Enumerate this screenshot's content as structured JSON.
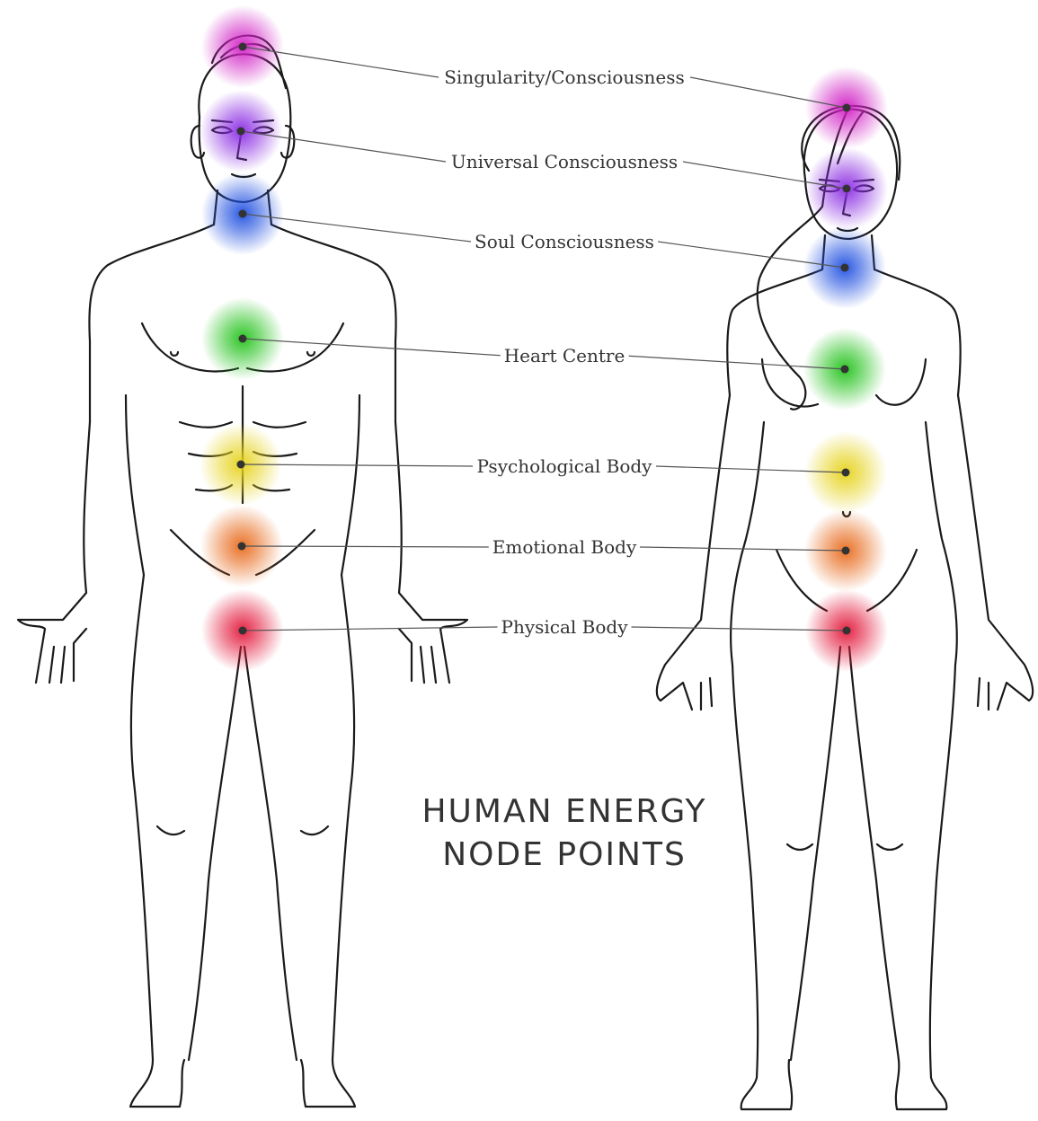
{
  "title": {
    "line1": "HUMAN ENERGY",
    "line2": "NODE POINTS"
  },
  "nodes": [
    {
      "label": "Singularity/Consciousness",
      "color": "#d11fc4"
    },
    {
      "label": "Universal Consciousness",
      "color": "#8a2be2"
    },
    {
      "label": "Soul Consciousness",
      "color": "#1f4fe0"
    },
    {
      "label": "Heart Centre",
      "color": "#22c21a"
    },
    {
      "label": "Psychological Body",
      "color": "#e6d21a"
    },
    {
      "label": "Emotional Body",
      "color": "#e86a1c"
    },
    {
      "label": "Physical Body",
      "color": "#e3183a"
    }
  ],
  "figures": [
    "male",
    "female"
  ]
}
